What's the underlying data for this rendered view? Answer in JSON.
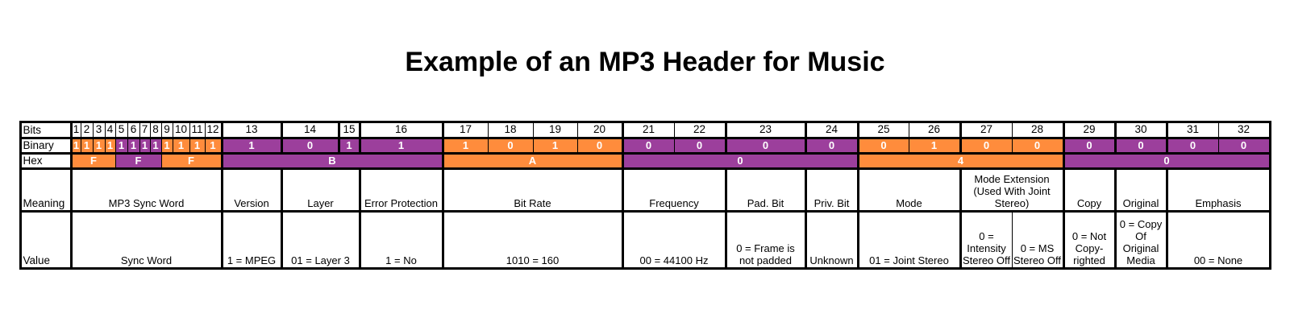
{
  "title": "Example of an MP3 Header for Music",
  "row_labels": [
    "Bits",
    "Binary",
    "Hex",
    "Meaning",
    "Value"
  ],
  "colors": {
    "orange": "#FF8C3C",
    "purple": "#9C3F9C"
  },
  "binary": [
    "1",
    "1",
    "1",
    "1",
    "1",
    "1",
    "1",
    "1",
    "1",
    "1",
    "1",
    "1",
    "1",
    "0",
    "1",
    "1",
    "1",
    "0",
    "1",
    "0",
    "0",
    "0",
    "0",
    "0",
    "0",
    "1",
    "0",
    "0",
    "0",
    "0",
    "0",
    "0"
  ],
  "binary_colors": [
    "orange",
    "purple",
    "orange",
    "purple",
    "orange",
    "purple",
    "orange",
    "purple"
  ],
  "hex": [
    {
      "value": "F",
      "bits": [
        1,
        4
      ],
      "color": "orange"
    },
    {
      "value": "F",
      "bits": [
        5,
        8
      ],
      "color": "purple"
    },
    {
      "value": "F",
      "bits": [
        9,
        12
      ],
      "color": "orange"
    },
    {
      "value": "B",
      "bits": [
        13,
        16
      ],
      "color": "purple"
    },
    {
      "value": "A",
      "bits": [
        17,
        20
      ],
      "color": "orange"
    },
    {
      "value": "0",
      "bits": [
        21,
        24
      ],
      "color": "purple"
    },
    {
      "value": "4",
      "bits": [
        25,
        28
      ],
      "color": "orange"
    },
    {
      "value": "0",
      "bits": [
        29,
        32
      ],
      "color": "purple"
    }
  ],
  "meanings": [
    {
      "bits": [
        1,
        12
      ],
      "text": "MP3 Sync Word"
    },
    {
      "bits": [
        13,
        13
      ],
      "text": "Version"
    },
    {
      "bits": [
        14,
        15
      ],
      "text": "Layer"
    },
    {
      "bits": [
        16,
        16
      ],
      "text": "Error Protection"
    },
    {
      "bits": [
        17,
        20
      ],
      "text": "Bit Rate"
    },
    {
      "bits": [
        21,
        22
      ],
      "text": "Frequency"
    },
    {
      "bits": [
        23,
        23
      ],
      "text": "Pad. Bit"
    },
    {
      "bits": [
        24,
        24
      ],
      "text": "Priv. Bit"
    },
    {
      "bits": [
        25,
        26
      ],
      "text": "Mode"
    },
    {
      "bits": [
        27,
        28
      ],
      "text": "Mode Extension (Used With Joint Stereo)"
    },
    {
      "bits": [
        29,
        29
      ],
      "text": "Copy"
    },
    {
      "bits": [
        30,
        30
      ],
      "text": "Original"
    },
    {
      "bits": [
        31,
        32
      ],
      "text": "Emphasis"
    }
  ],
  "values": [
    {
      "bits": [
        1,
        12
      ],
      "text": "Sync Word"
    },
    {
      "bits": [
        13,
        13
      ],
      "text": "1 = MPEG"
    },
    {
      "bits": [
        14,
        15
      ],
      "text": "01 = Layer 3"
    },
    {
      "bits": [
        16,
        16
      ],
      "text": "1 = No"
    },
    {
      "bits": [
        17,
        20
      ],
      "text": "1010 = 160"
    },
    {
      "bits": [
        21,
        22
      ],
      "text": "00 = 44100 Hz"
    },
    {
      "bits": [
        23,
        23
      ],
      "text": "0 = Frame is not padded"
    },
    {
      "bits": [
        24,
        24
      ],
      "text": "Unknown"
    },
    {
      "bits": [
        25,
        26
      ],
      "text": "01 = Joint Stereo"
    },
    {
      "bits": [
        27,
        27
      ],
      "text": "0 = Intensity Stereo Off"
    },
    {
      "bits": [
        28,
        28
      ],
      "text": "0 = MS Stereo Off"
    },
    {
      "bits": [
        29,
        29
      ],
      "text": "0 = Not Copy-righted"
    },
    {
      "bits": [
        30,
        30
      ],
      "text": "0 = Copy Of Original Media"
    },
    {
      "bits": [
        31,
        32
      ],
      "text": "00 = None"
    }
  ]
}
